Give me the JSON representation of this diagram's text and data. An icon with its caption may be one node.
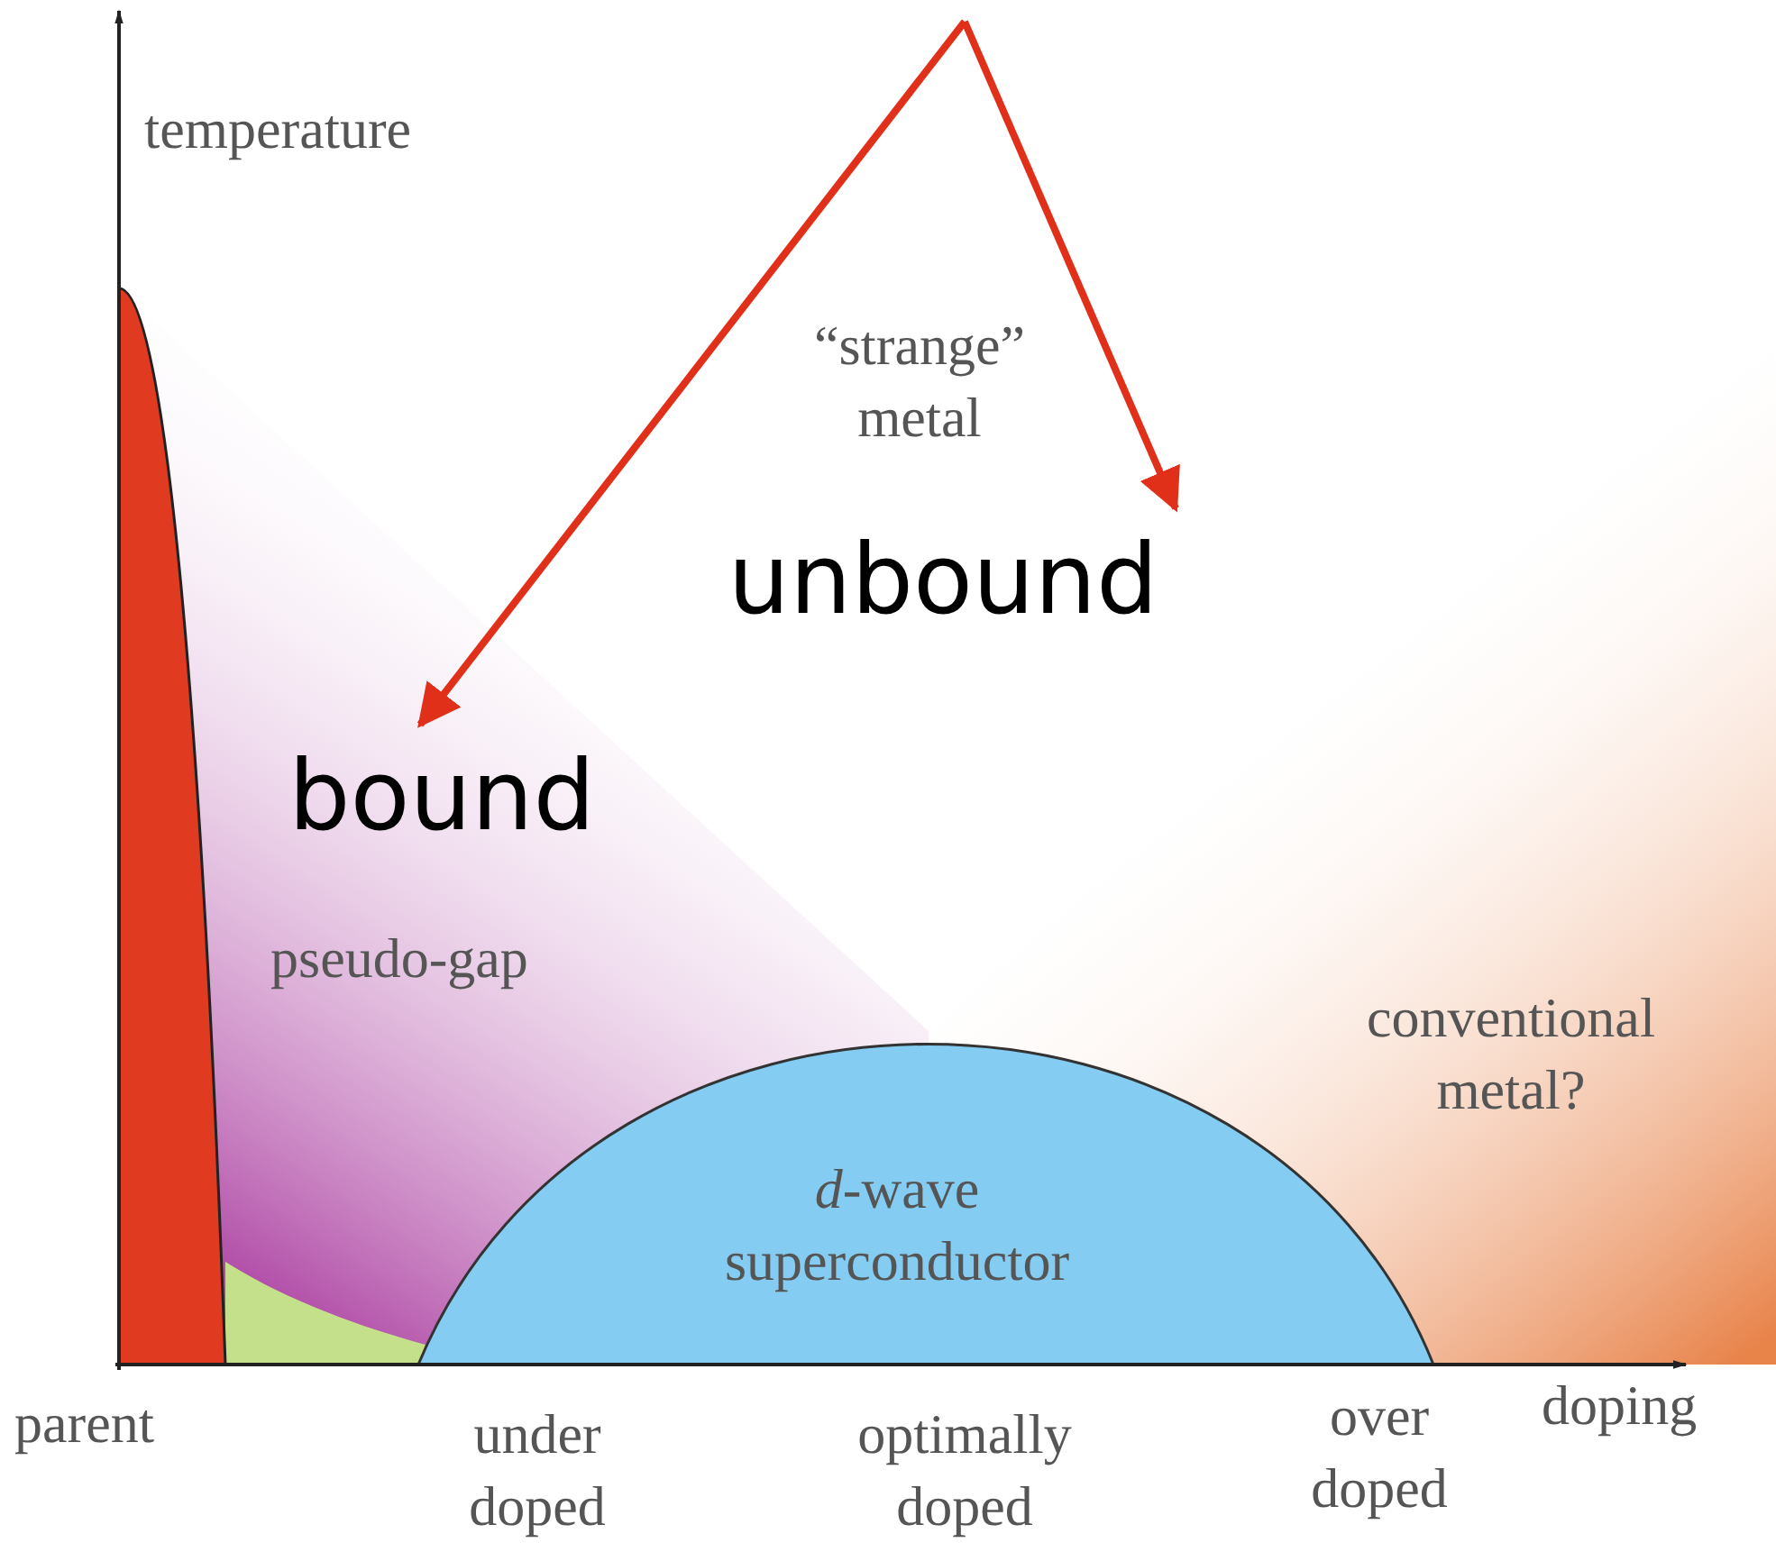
{
  "diagram": {
    "nodes": [
      {
        "text": [
          "bound"
        ]
      },
      {
        "text": [
          "unbound"
        ]
      }
    ],
    "edges": [
      {
        "from": null,
        "to": 0,
        "arrow": "to"
      },
      {
        "from": null,
        "to": 1,
        "arrow": "to"
      }
    ],
    "labels": [
      "temperature",
      "“strange” metal",
      "pseudo-gap",
      "*d*-wave superconductor",
      "conventional metal?",
      "parent",
      "under doped",
      "optimally doped",
      "over doped",
      "doping"
    ]
  }
}
